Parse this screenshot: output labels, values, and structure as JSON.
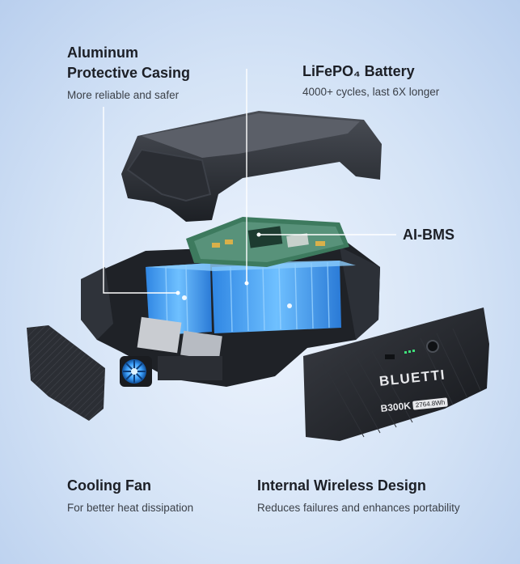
{
  "features": {
    "casing": {
      "title_line1": "Aluminum",
      "title_line2": "Protective Casing",
      "subtitle": "More reliable and safer"
    },
    "battery": {
      "title": "LiFePO₄ Battery",
      "subtitle": "4000+ cycles, last 6X longer"
    },
    "bms": {
      "title": "AI-BMS"
    },
    "fan": {
      "title": "Cooling Fan",
      "subtitle": "For better heat dissipation"
    },
    "wireless": {
      "title": "Internal Wireless Design",
      "subtitle": "Reduces failures and enhances portability"
    }
  },
  "product": {
    "brand": "BLUETTI",
    "model": "B300K",
    "capacity": "2764.8Wh"
  },
  "colors": {
    "accent_blue": "#3b9df0",
    "casing_dark": "#23262c",
    "background": "#d4e3f6"
  }
}
